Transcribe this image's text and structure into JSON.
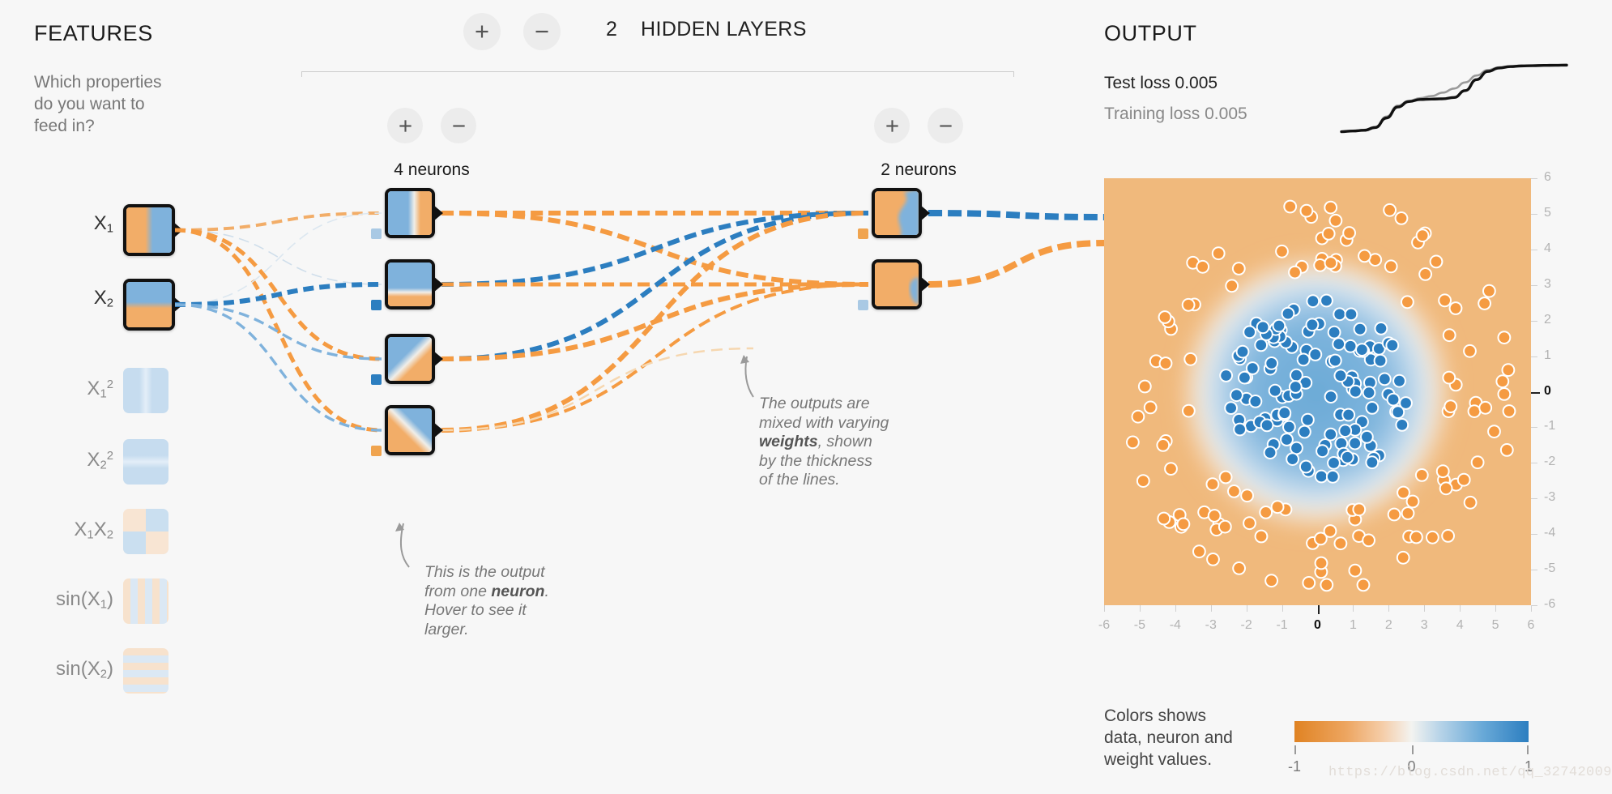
{
  "features": {
    "title": "FEATURES",
    "question": "Which properties\ndo you want to\nfeed in?",
    "items": [
      {
        "id": "x1",
        "label": "X₁",
        "active": true,
        "pattern": "vertical-split"
      },
      {
        "id": "x2",
        "label": "X₂",
        "active": true,
        "pattern": "horizontal-split"
      },
      {
        "id": "x1sq",
        "label": "X₁²",
        "active": false,
        "pattern": "vertical-band"
      },
      {
        "id": "x2sq",
        "label": "X₂²",
        "active": false,
        "pattern": "horizontal-band"
      },
      {
        "id": "x1x2",
        "label": "X₁X₂",
        "active": false,
        "pattern": "quadrant"
      },
      {
        "id": "sinx1",
        "label": "sin(X₁)",
        "active": false,
        "pattern": "vertical-stripes"
      },
      {
        "id": "sinx2",
        "label": "sin(X₂)",
        "active": false,
        "pattern": "horizontal-stripes"
      }
    ]
  },
  "network": {
    "layers_count_text": "2",
    "layers_label": "HIDDEN LAYERS",
    "add_layer_label": "+",
    "remove_layer_label": "−",
    "hidden_layers": [
      {
        "id": "layer-1",
        "neurons_label": "4 neurons",
        "add_label": "+",
        "remove_label": "−",
        "neurons": [
          {
            "id": "h1n1",
            "pattern": "blue-left-orange-right",
            "bias": "light-blue"
          },
          {
            "id": "h1n2",
            "pattern": "blue-top-orange-bottom",
            "bias": "blue"
          },
          {
            "id": "h1n3",
            "pattern": "diag-blue-lower-left",
            "bias": "blue"
          },
          {
            "id": "h1n4",
            "pattern": "diag-orange-lower-left",
            "bias": "orange"
          }
        ]
      },
      {
        "id": "layer-2",
        "neurons_label": "2 neurons",
        "add_label": "+",
        "remove_label": "−",
        "neurons": [
          {
            "id": "h2n1",
            "pattern": "blob-blue-right",
            "bias": "orange"
          },
          {
            "id": "h2n2",
            "pattern": "blob-orange-left",
            "bias": "light-blue"
          }
        ]
      }
    ],
    "annotations": [
      {
        "id": "neuron-note",
        "lines": [
          {
            "text": "This is the output"
          },
          {
            "text": "from one ",
            "bold": "neuron",
            "after": "."
          },
          {
            "text": "Hover to see it"
          },
          {
            "text": "larger."
          }
        ]
      },
      {
        "id": "weights-note",
        "lines": [
          {
            "text": "The outputs are"
          },
          {
            "text": "mixed with varying"
          },
          {
            "bold": "weights",
            "after": ", shown"
          },
          {
            "text": "by the thickness"
          },
          {
            "text": "of the lines."
          }
        ]
      }
    ]
  },
  "output": {
    "title": "OUTPUT",
    "test_loss_label": "Test loss",
    "test_loss_value": "0.005",
    "training_loss_label": "Training loss",
    "training_loss_value": "0.005",
    "loss_curve": {
      "test_series": [
        0.5,
        0.495,
        0.49,
        0.47,
        0.4,
        0.32,
        0.28,
        0.265,
        0.262,
        0.26,
        0.25,
        0.2,
        0.12,
        0.06,
        0.035,
        0.025,
        0.02,
        0.018,
        0.016,
        0.015,
        0.014
      ],
      "train_series": [
        0.5,
        0.494,
        0.487,
        0.465,
        0.39,
        0.31,
        0.275,
        0.255,
        0.24,
        0.215,
        0.185,
        0.14,
        0.09,
        0.05,
        0.03,
        0.022,
        0.019,
        0.017,
        0.016,
        0.015,
        0.014
      ]
    },
    "axis_ticks_x": [
      "-6",
      "-5",
      "-4",
      "-3",
      "-2",
      "-1",
      "0",
      "1",
      "2",
      "3",
      "4",
      "5",
      "6"
    ],
    "axis_ticks_y": [
      "6",
      "5",
      "4",
      "3",
      "2",
      "1",
      "0",
      "-1",
      "-2",
      "-3",
      "-4",
      "-5",
      "-6"
    ],
    "legend_text": "Colors shows\ndata, neuron and\nweight values.",
    "legend_ticks": [
      "-1",
      "0",
      "1"
    ],
    "watermark": "https://blog.csdn.net/qq_32742009"
  },
  "colors": {
    "orange": "#f59b42",
    "orange_dark": "#e08323",
    "blue": "#2c7ec0",
    "blue_light": "#7fb2dc",
    "background": "#f7f7f7",
    "text_dark": "#222222",
    "text_muted": "#888888",
    "neuron_border": "#111111"
  },
  "chart_data": {
    "type": "scatter",
    "title": "OUTPUT",
    "xlabel": "",
    "ylabel": "",
    "xlim": [
      -6,
      6
    ],
    "ylim": [
      -6,
      6
    ],
    "grid": false,
    "legend": "colorbar",
    "classes": [
      {
        "name": "positive",
        "color": "#2c7ec0",
        "region": "inner-circle",
        "radius": 2.6,
        "count": 125
      },
      {
        "name": "negative",
        "color": "#f59b42",
        "region": "outer-ring",
        "radius_min": 3.4,
        "radius_max": 5.6,
        "count": 125
      }
    ],
    "decision_background": "blue inner blob on orange outer field, boundary radius ~2.9"
  }
}
